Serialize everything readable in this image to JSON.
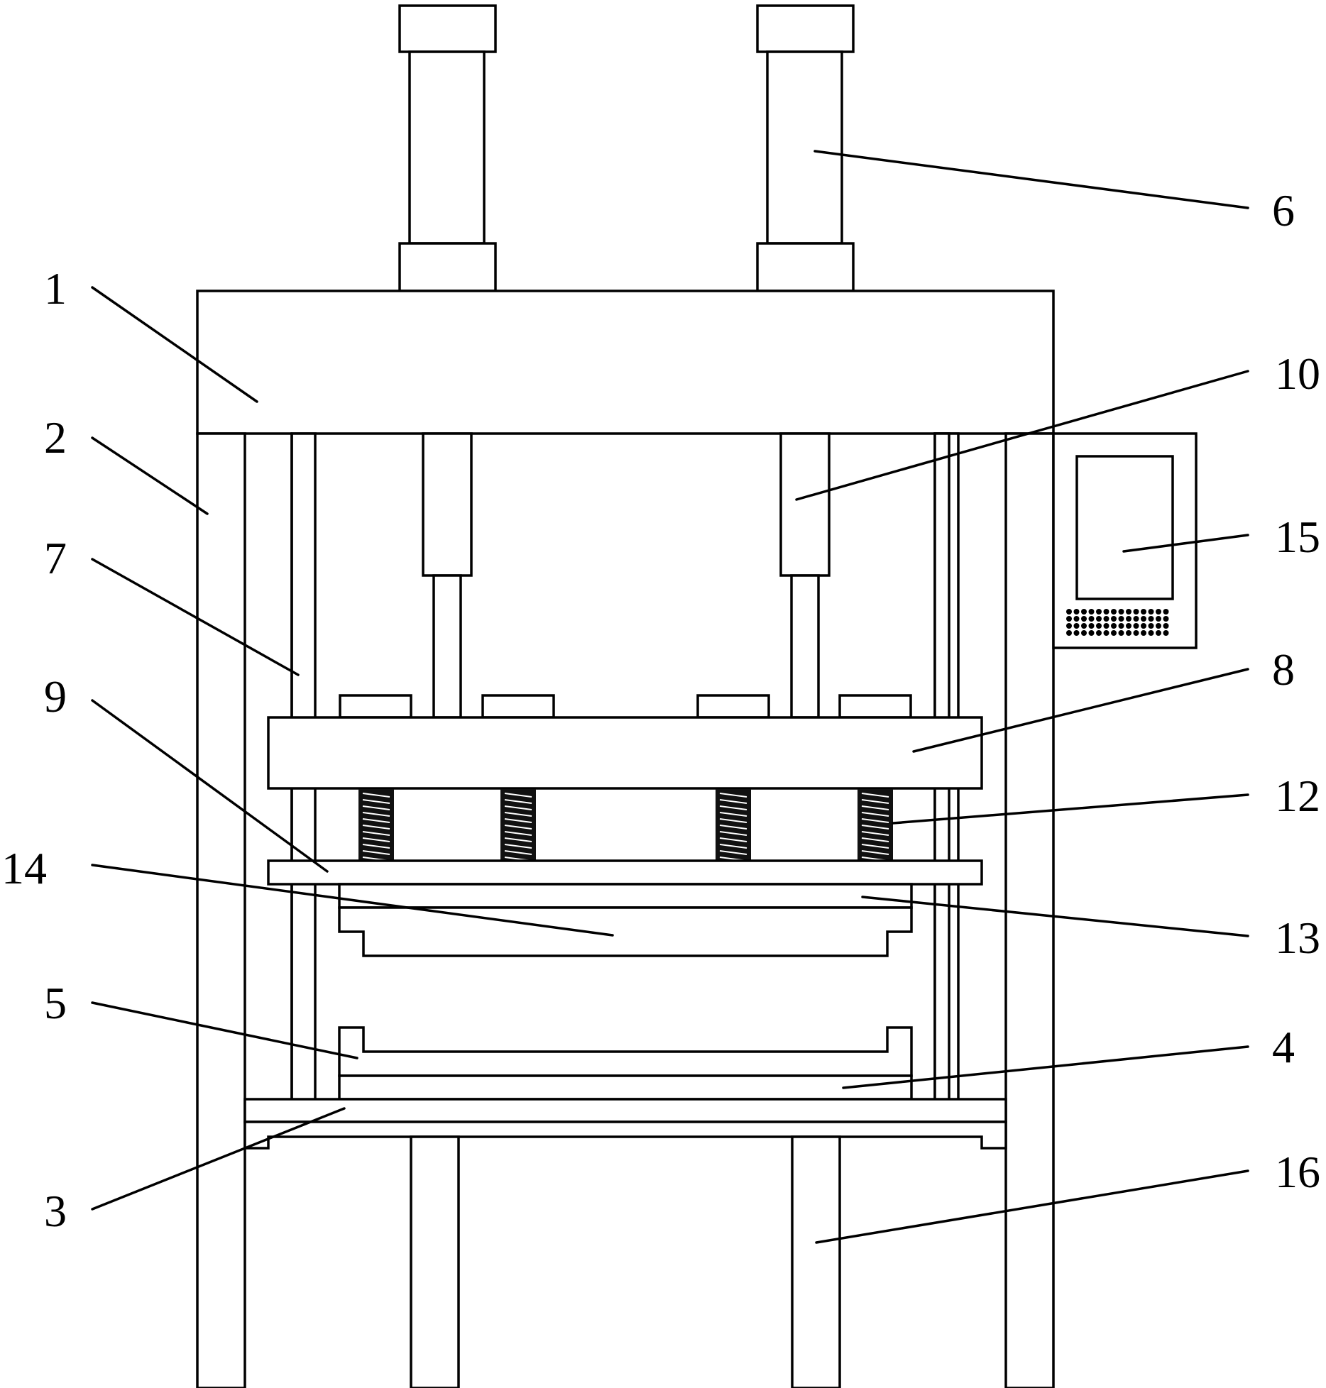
{
  "labels": {
    "l1": "1",
    "l2": "2",
    "l3": "3",
    "l4": "4",
    "l5": "5",
    "l6": "6",
    "l7": "7",
    "l8": "8",
    "l9": "9",
    "l10": "10",
    "l12": "12",
    "l13": "13",
    "l14": "14",
    "l15": "15",
    "l16": "16"
  },
  "colors": {
    "line": "#000000",
    "background": "#ffffff"
  }
}
